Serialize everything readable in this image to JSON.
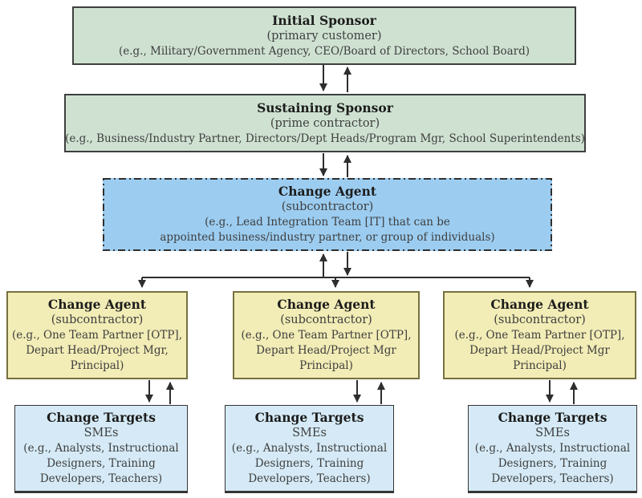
{
  "colors": {
    "green_fill": "#cfe2d2",
    "green_border": "#3f3f3f",
    "blue_fill": "#9ccdf1",
    "blue_border": "#2f2f2f",
    "yellow_fill": "#f2ecb6",
    "yellow_border": "#76713f",
    "lightblue_fill": "#d5eaf6",
    "lightblue_border": "#353535",
    "arrow": "#2e2e2e",
    "text_title": "#1c1c1c",
    "text_body": "#3e3e3e"
  },
  "boxes": {
    "initial_sponsor": {
      "title": "Initial Sponsor",
      "subtitle": "(primary customer)",
      "lines": [
        "(e.g., Military/Government Agency, CEO/Board of Directors, School Board)"
      ]
    },
    "sustaining_sponsor": {
      "title": "Sustaining Sponsor",
      "subtitle": "(prime contractor)",
      "lines": [
        "(e.g., Business/Industry Partner, Directors/Dept Heads/Program Mgr, School Superintendents)"
      ]
    },
    "lead_change_agent": {
      "title": "Change Agent",
      "subtitle": "(subcontractor)",
      "lines": [
        "(e.g., Lead Integration Team [IT] that can be",
        "appointed business/industry partner, or group of individuals)"
      ]
    },
    "change_agent_left": {
      "title": "Change Agent",
      "subtitle": "(subcontractor)",
      "lines": [
        "(e.g., One Team Partner [OTP],",
        "Depart Head/Project Mgr,",
        "Principal)"
      ]
    },
    "change_agent_middle": {
      "title": "Change Agent",
      "subtitle": "(subcontractor)",
      "lines": [
        "(e.g., One Team Partner [OTP],",
        "Depart Head/Project Mgr",
        "Principal)"
      ]
    },
    "change_agent_right": {
      "title": "Change Agent",
      "subtitle": "(subcontractor)",
      "lines": [
        "(e.g., One Team Partner [OTP],",
        "Depart Head/Project Mgr",
        "Principal)"
      ]
    },
    "change_targets_left": {
      "title": "Change Targets",
      "subtitle": "SMEs",
      "lines": [
        "(e.g., Analysts, Instructional",
        "Designers, Training",
        "Developers, Teachers)"
      ]
    },
    "change_targets_middle": {
      "title": "Change Targets",
      "subtitle": "SMEs",
      "lines": [
        "(e.g., Analysts, Instructional",
        "Designers, Training",
        "Developers, Teachers)"
      ]
    },
    "change_targets_right": {
      "title": "Change Targets",
      "subtitle": "SMEs",
      "lines": [
        "(e.g., Analysts, Instructional",
        "Designers, Training",
        "Developers, Teachers)"
      ]
    }
  }
}
